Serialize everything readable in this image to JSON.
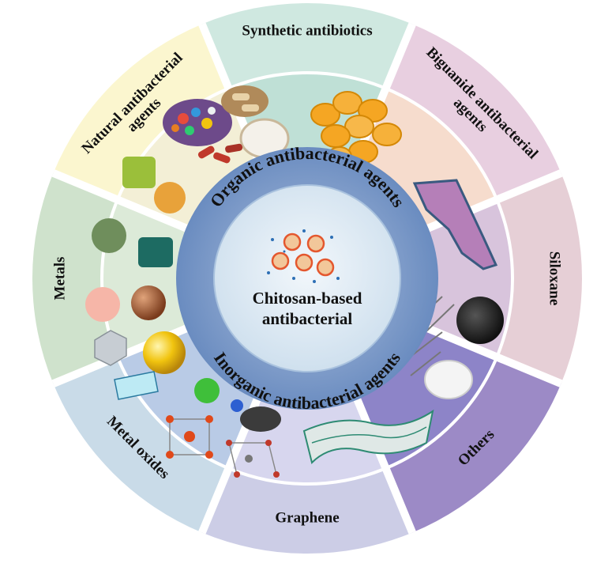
{
  "center": {
    "line1": "Chitosan-based",
    "line2": "antibacterial"
  },
  "ring": {
    "top": "Organic antibacterial agents",
    "bottom": "Inorganic antibacterial agents"
  },
  "segments": [
    {
      "id": "synthetic",
      "lines": [
        "Synthetic antibiotics"
      ],
      "color": "#cfe8e0",
      "inner": "#bfe0d6"
    },
    {
      "id": "biguanide",
      "lines": [
        "Biguanide antibacterial",
        "agents"
      ],
      "color": "#e8cfe0",
      "inner": "#f6dccd"
    },
    {
      "id": "siloxane",
      "lines": [
        "Siloxane"
      ],
      "color": "#e6cfd6",
      "inner": "#d8c4dc"
    },
    {
      "id": "others",
      "lines": [
        "Others"
      ],
      "color": "#9c8ac6",
      "inner": "#8d84c8"
    },
    {
      "id": "graphene",
      "lines": [
        "Graphene"
      ],
      "color": "#cccde6",
      "inner": "#d7d6ee"
    },
    {
      "id": "metal_oxides",
      "lines": [
        "Metal oxides"
      ],
      "color": "#c9dbe8",
      "inner": "#b9cbe6"
    },
    {
      "id": "metals",
      "lines": [
        "Metals"
      ],
      "color": "#cfe2cc",
      "inner": "#dcead8"
    },
    {
      "id": "natural",
      "lines": [
        "Natural antibacterial",
        "agents"
      ],
      "color": "#fbf6cf",
      "inner": "#f3efd6"
    }
  ]
}
